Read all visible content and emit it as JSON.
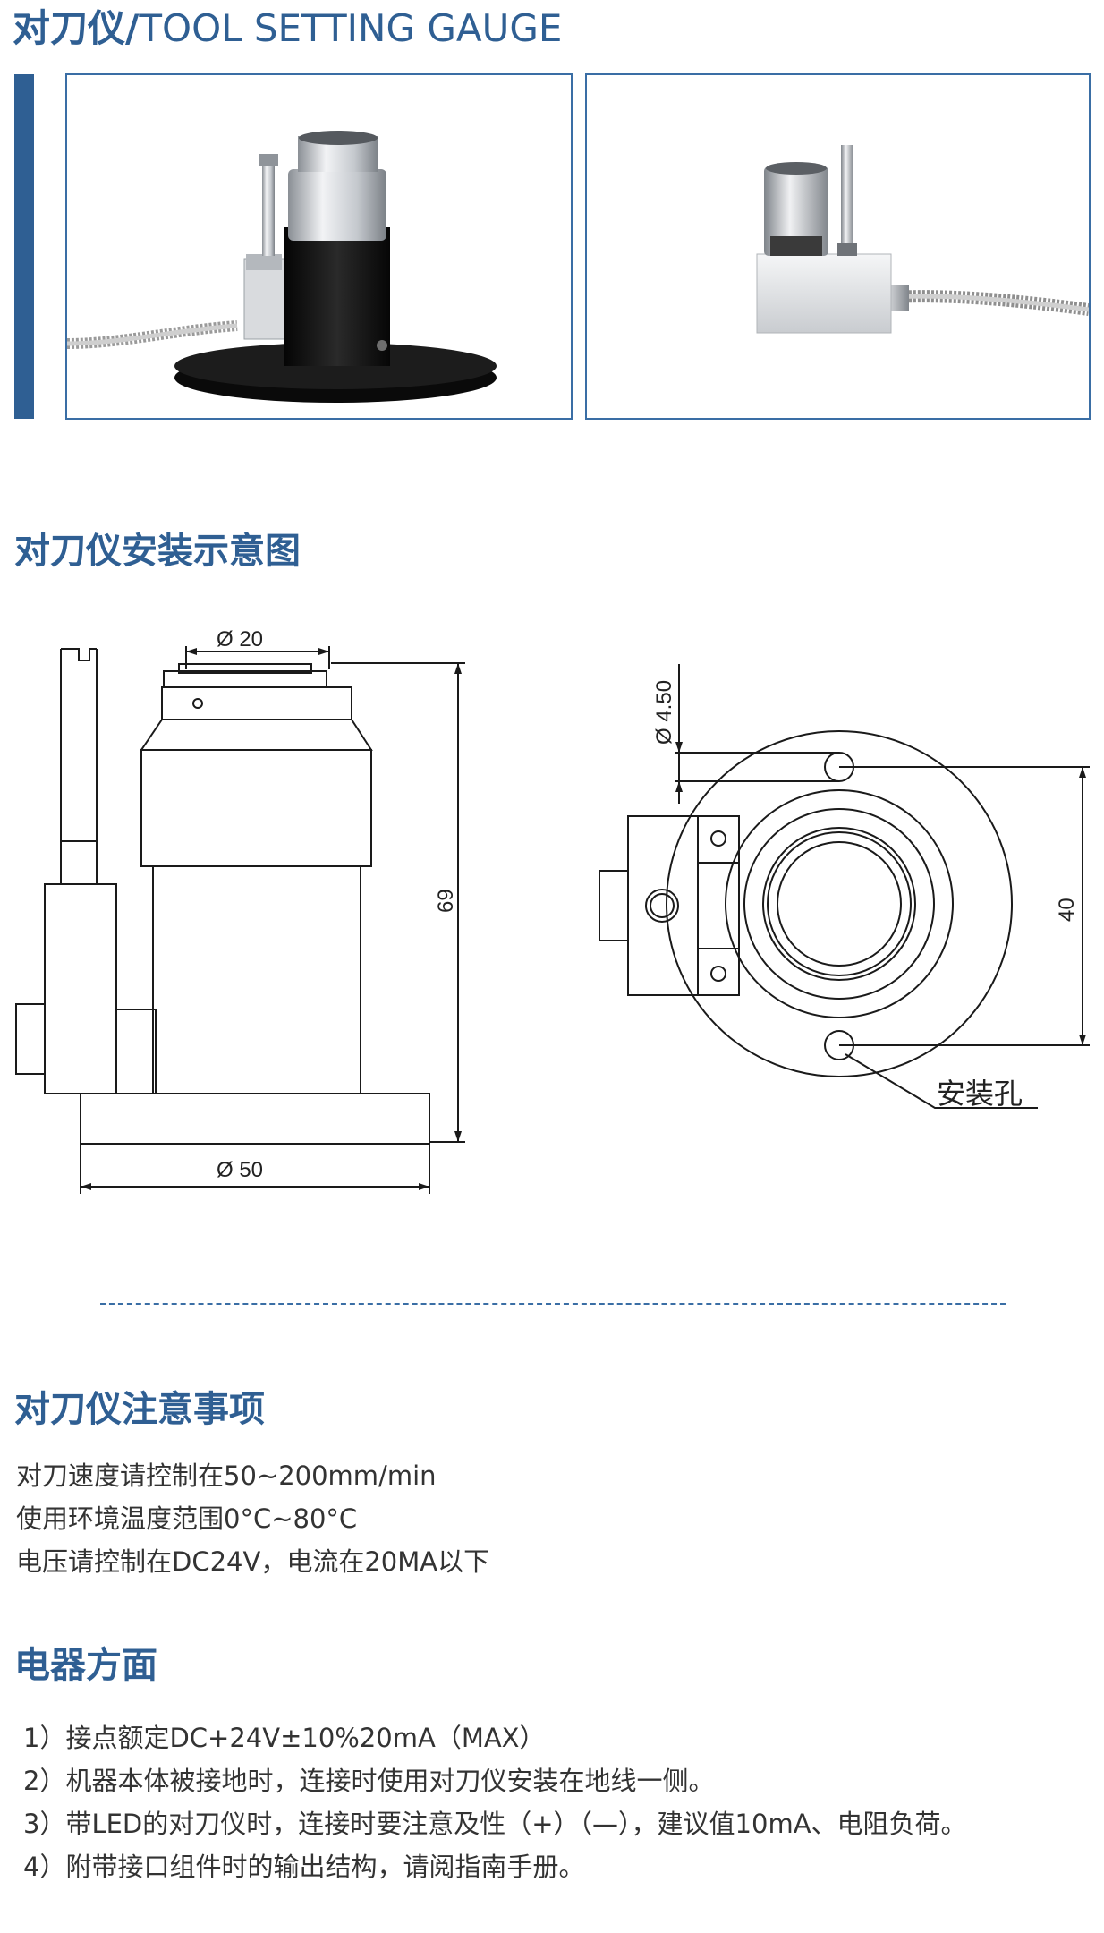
{
  "header": {
    "title_cn": "对刀仪",
    "title_sep": "/",
    "title_en": "TOOL SETTING GAUGE"
  },
  "colors": {
    "accent": "#2f5f93",
    "frame": "#3a6ea5",
    "text": "#333333"
  },
  "photos": [
    {
      "icon": "tool-setter-front-photo"
    },
    {
      "icon": "tool-setter-side-photo"
    }
  ],
  "diagram_section": {
    "title": "对刀仪安装示意图",
    "dim_top": "Ø 20",
    "dim_height": "69",
    "dim_base": "Ø 50",
    "dim_hole": "Ø 4.50",
    "dim_pitch": "40",
    "hole_label": "安装孔"
  },
  "notes_section": {
    "title": "对刀仪注意事项",
    "items": [
      "对刀速度请控制在50~200mm/min",
      "使用环境温度范围0°C~80°C",
      "电压请控制在DC24V，电流在20MA以下"
    ]
  },
  "electric_section": {
    "title": "电器方面",
    "items": [
      "1）接点额定DC+24V±10%20mA（MAX）",
      "2）机器本体被接地时，连接时使用对刀仪安装在地线一侧。",
      "3）带LED的对刀仪时，连接时要注意及性（+）（—），建议值10mA、电阻负荷。",
      "4）附带接口组件时的输出结构，请阅指南手册。"
    ]
  }
}
